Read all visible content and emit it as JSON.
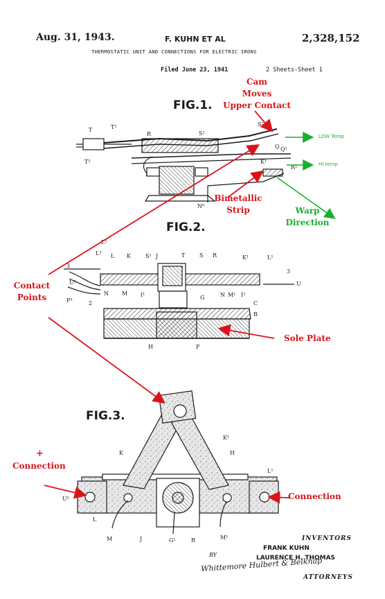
{
  "header": {
    "date": "Aug. 31, 1943.",
    "inventor": "F. KUHN ET AL",
    "patent_no": "2,328,152",
    "title": "THERMOSTATIC UNIT AND CONNECTIONS FOR ELECTRIC IRONS",
    "filed": "Filed June 23, 1941",
    "sheets": "2 Sheets-Sheet 1"
  },
  "figures": {
    "fig1": "FIG.1.",
    "fig2": "FIG.2.",
    "fig3": "FIG.3."
  },
  "annotations": {
    "cam_line1": "Cam",
    "cam_line2": "Moves",
    "cam_line3": "Upper Contact",
    "low_temp": "LOW Temp",
    "hi_temp": "HI temp",
    "bimetal_line1": "Bimetallic",
    "bimetal_line2": "Strip",
    "warp_line1": "Warp",
    "warp_line2": "Direction",
    "contact_line1": "Contact",
    "contact_line2": "Points",
    "sole_plate": "Sole Plate",
    "plus_sign": "+",
    "conn_left": "Connection",
    "conn_right": "Connection"
  },
  "signature": {
    "inventors_label": "INVENTORS",
    "name1": "FRANK KUHN",
    "name2": "LAURENCE H. THOMAS",
    "by": "BY",
    "attorney_sig": "Whittemore Hulbert & Belknap",
    "attorneys_label": "ATTORNEYS"
  },
  "colors": {
    "annotation_red": "#d8141b",
    "annotation_green": "#17b02e",
    "ink": "#1a1a1a"
  }
}
